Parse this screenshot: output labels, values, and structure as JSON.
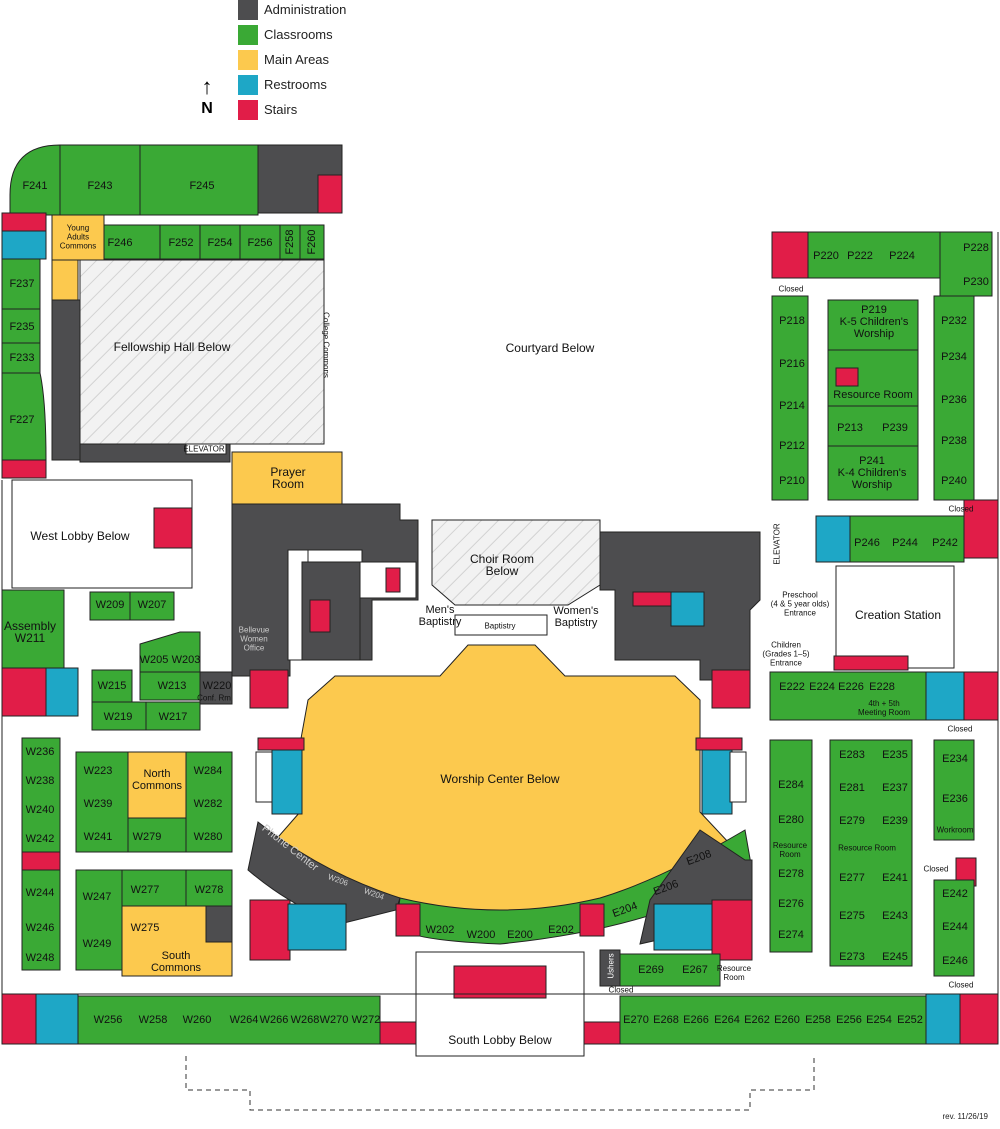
{
  "legend": [
    {
      "label": "Administration",
      "color": "#4d4d4f"
    },
    {
      "label": "Classrooms",
      "color": "#3aa935"
    },
    {
      "label": "Main Areas",
      "color": "#fcc94e"
    },
    {
      "label": "Restrooms",
      "color": "#1ea7c6"
    },
    {
      "label": "Stairs",
      "color": "#e11d48"
    }
  ],
  "compass": {
    "arrow": "↑",
    "letter": "N"
  },
  "rooms": {
    "f241": "F241",
    "f243": "F243",
    "f245": "F245",
    "f246": "F246",
    "f252": "F252",
    "f254": "F254",
    "f256": "F256",
    "f258": "F258",
    "f260": "F260",
    "f237": "F237",
    "f235": "F235",
    "f233": "F233",
    "f227": "F227",
    "young_adults": "Young\nAdults\nCommons",
    "fellowship": "Fellowship Hall Below",
    "college_commons": "College Commons",
    "elevator": "ELEVATOR",
    "courtyard": "Courtyard Below",
    "prayer": "Prayer\nRoom",
    "west_lobby": "West Lobby Below",
    "choir": "Choir Room\nBelow",
    "mens_baptistry": "Men's\nBaptistry",
    "womens_baptistry": "Women's\nBaptistry",
    "baptistry": "Baptistry",
    "bellevue_women": "Bellevue\nWomen\nOffice",
    "assembly": "Assembly\nW211",
    "w209": "W209",
    "w207": "W207",
    "w205": "W205",
    "w203": "W203",
    "w215": "W215",
    "w213": "W213",
    "w220": "W220",
    "conf_rm": "Conf. Rm",
    "w219": "W219",
    "w217": "W217",
    "worship": "Worship Center Below",
    "w236": "W236",
    "w238": "W238",
    "w240": "W240",
    "w242": "W242",
    "w244": "W244",
    "w246": "W246",
    "w248": "W248",
    "w223": "W223",
    "w239": "W239",
    "w241": "W241",
    "w279": "W279",
    "north_commons": "North\nCommons",
    "w284": "W284",
    "w282": "W282",
    "w280": "W280",
    "w247": "W247",
    "w277": "W277",
    "w275": "W275",
    "w249": "W249",
    "w278": "W278",
    "south_commons": "South\nCommons",
    "phone_center": "Phone Center",
    "w206": "W206",
    "w204": "W204",
    "w202": "W202",
    "w200": "W200",
    "e200": "E200",
    "e202": "E202",
    "e204": "E204",
    "e206": "E206",
    "e208": "E208",
    "w256": "W256",
    "w258": "W258",
    "w260": "W260",
    "w264": "W264",
    "w266": "W266",
    "w268": "W268",
    "w270": "W270",
    "w272": "W272",
    "south_lobby": "South Lobby Below",
    "e270": "E270",
    "e268": "E268",
    "e266": "E266",
    "e264": "E264",
    "e262": "E262",
    "e260": "E260",
    "e258": "E258",
    "e256": "E256",
    "e254": "E254",
    "e252": "E252",
    "ushers": "Ushers",
    "e269": "E269",
    "e267": "E267",
    "resource_room": "Resource\nRoom",
    "closed": "Closed",
    "p220": "P220",
    "p222": "P222",
    "p224": "P224",
    "p228": "P228",
    "p230": "P230",
    "p218": "P218",
    "p216": "P216",
    "p214": "P214",
    "p212": "P212",
    "p210": "P210",
    "p219": "P219\nK-5 Children's\nWorship",
    "resource_room_p": "Resource Room",
    "p213": "P213",
    "p239": "P239",
    "p241": "P241\nK-4 Children's\nWorship",
    "p232": "P232",
    "p234": "P234",
    "p236": "P236",
    "p238": "P238",
    "p240": "P240",
    "p246": "P246",
    "p244": "P244",
    "p242": "P242",
    "preschool": "Preschool\n(4 & 5 year olds)\nEntrance",
    "creation": "Creation Station",
    "children": "Children\n(Grades 1–5)\nEntrance",
    "e222": "E222",
    "e224": "E224",
    "e226": "E226",
    "e228": "E228",
    "meeting": "4th + 5th\nMeeting Room",
    "e284": "E284",
    "e280": "E280",
    "e278": "E278",
    "e276": "E276",
    "e274": "E274",
    "e283": "E283",
    "e235": "E235",
    "e281": "E281",
    "e237": "E237",
    "e279": "E279",
    "e239": "E239",
    "e277": "E277",
    "e241": "E241",
    "e275": "E275",
    "e243": "E243",
    "e273": "E273",
    "e245": "E245",
    "e234": "E234",
    "e236": "E236",
    "workroom": "Workroom",
    "e242": "E242",
    "e244": "E244",
    "e246": "E246",
    "resource_room_e": "Resource Room",
    "resource_room_e2": "Resource\nRoom"
  },
  "revision": "rev. 11/26/19"
}
